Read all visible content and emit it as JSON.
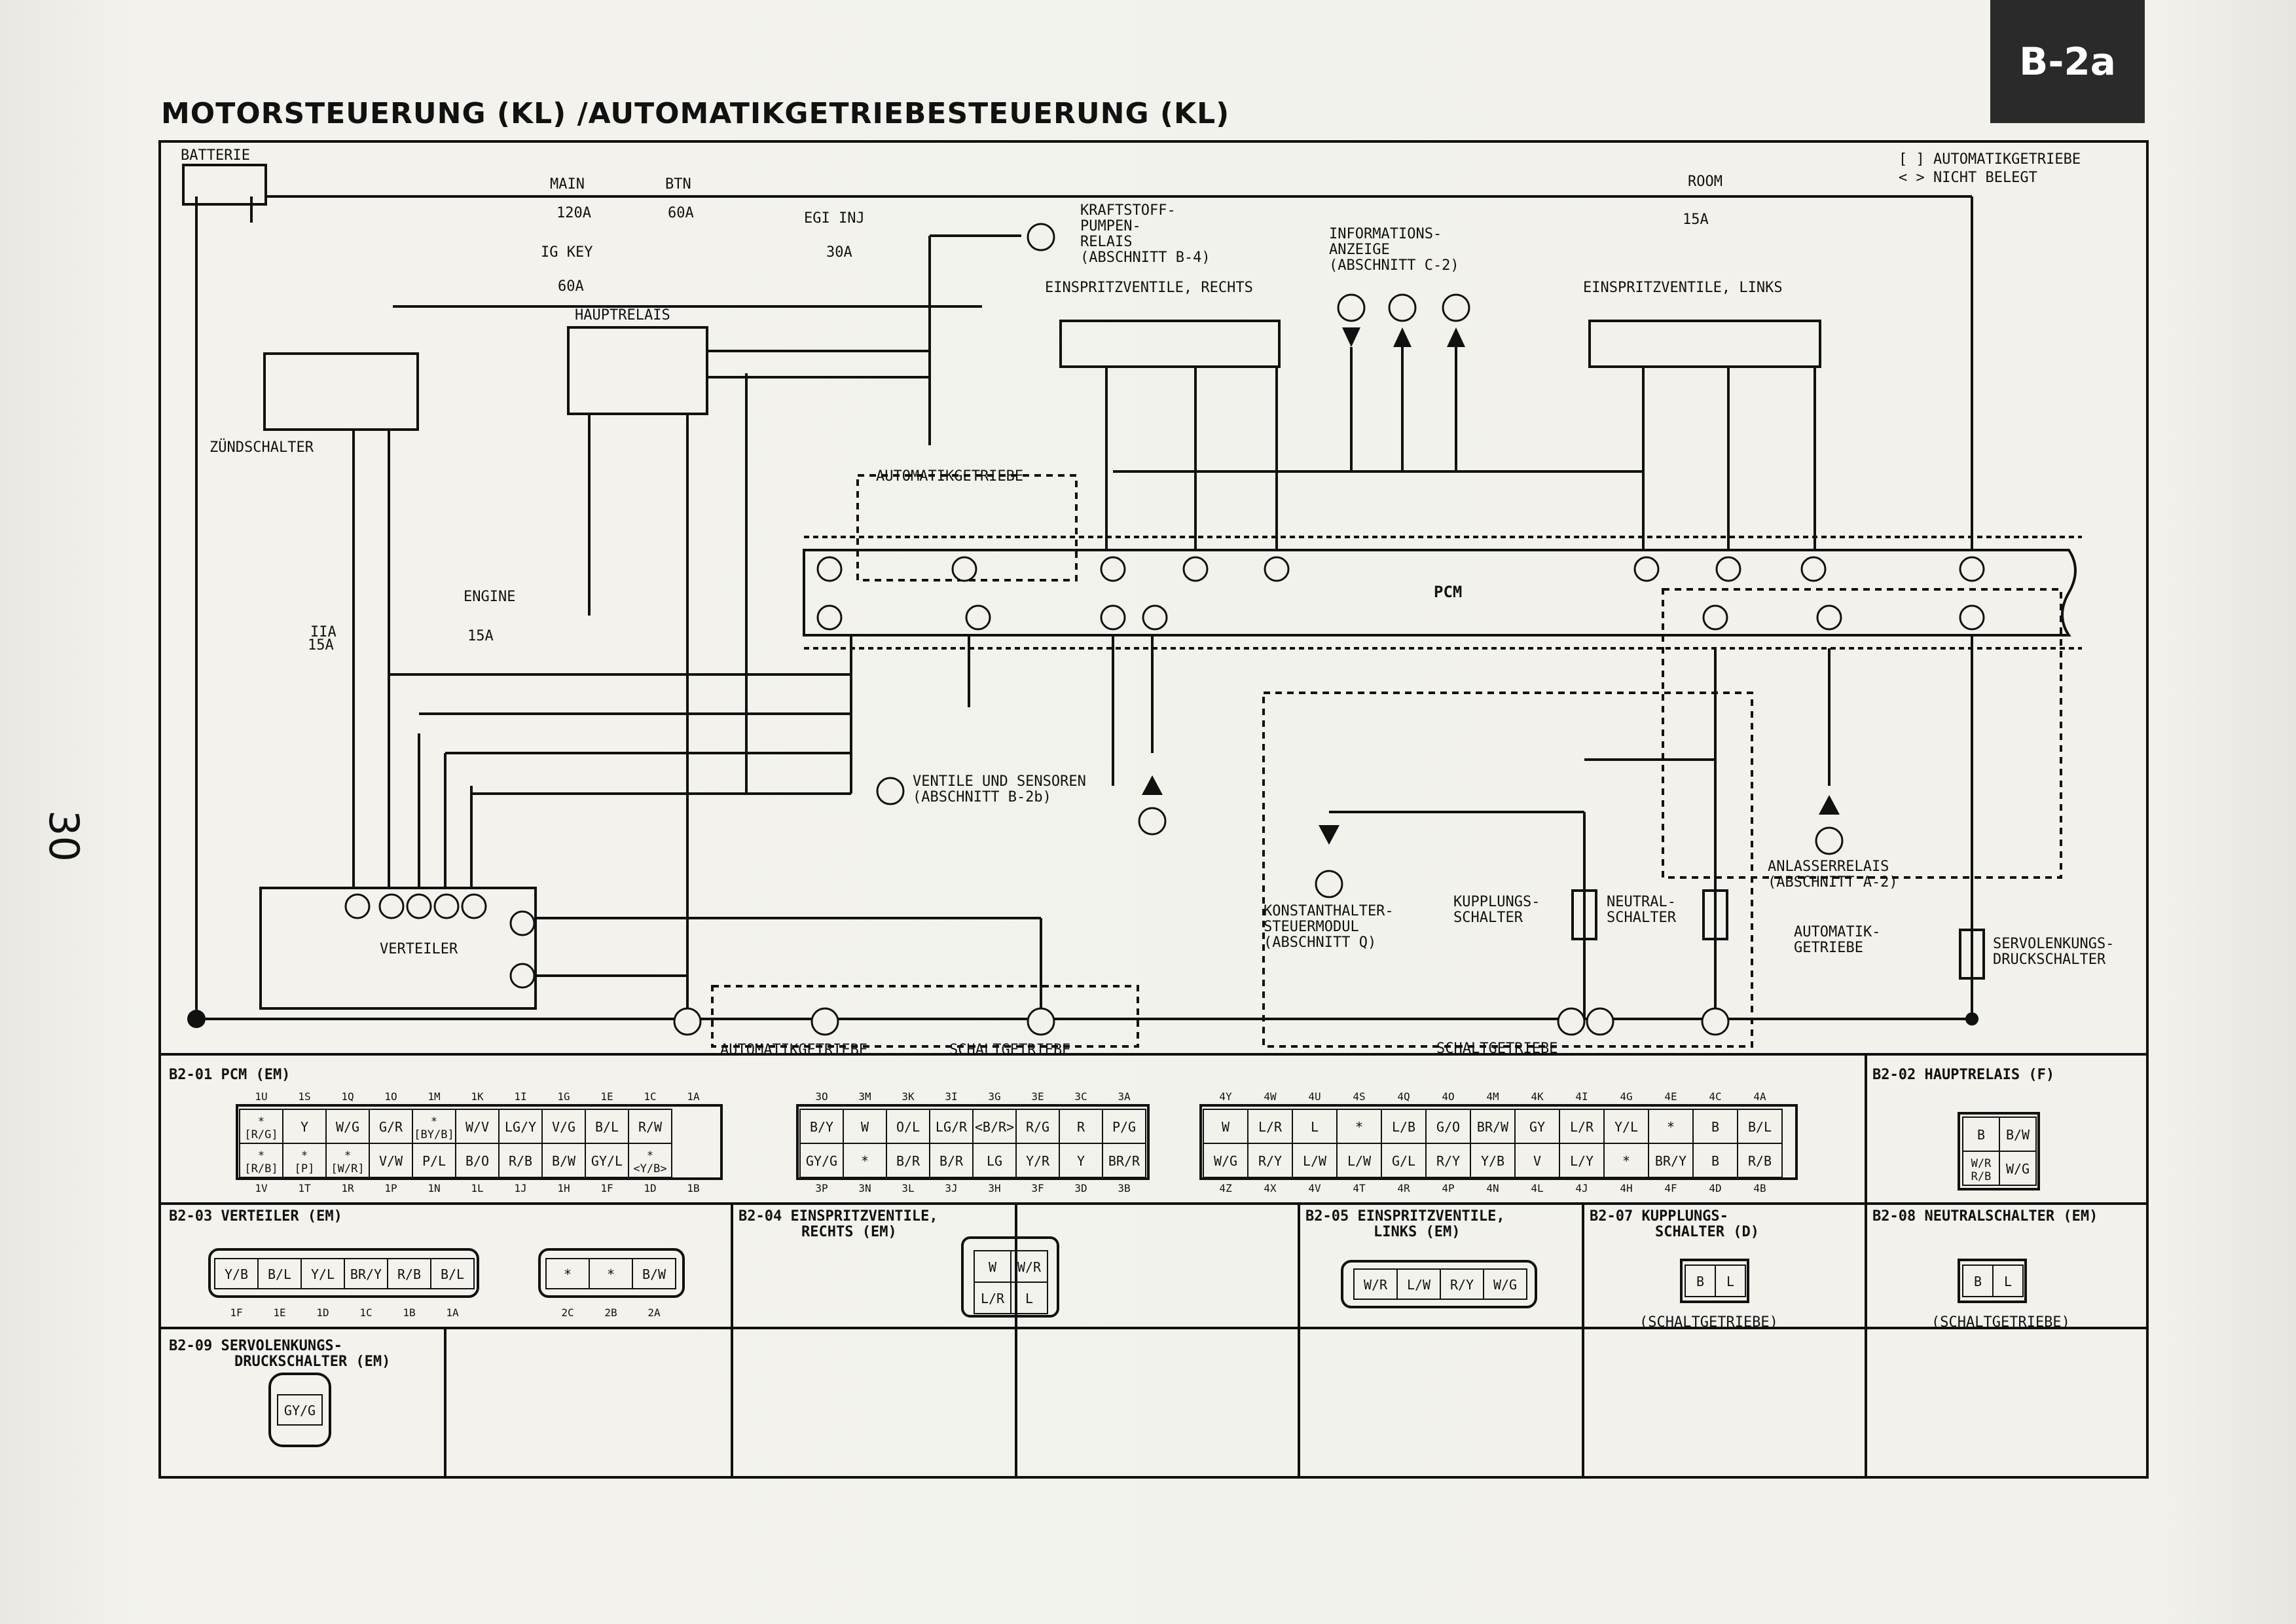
{
  "page": {
    "tab": "B-2a",
    "title": "MOTORSTEUERUNG (KL) /AUTOMATIKGETRIEBESTEUERUNG (KL)",
    "page_number": "30"
  },
  "legend": {
    "line1": "[ ] AUTOMATIKGETRIEBE",
    "line2": "< > NICHT BELEGT"
  },
  "components": {
    "battery": "BATTERIE",
    "ignition_switch": "ZÜNDSCHALTER",
    "main_relay": "HAUPTRELAIS",
    "distributor": "VERTEILER",
    "pcm": "PCM",
    "fuel_pump_relay_1": "KRAFTSTOFF-",
    "fuel_pump_relay_2": "PUMPEN-",
    "fuel_pump_relay_3": "RELAIS",
    "fuel_pump_relay_4": "(ABSCHNITT B-4)",
    "info_display_1": "INFORMATIONS-",
    "info_display_2": "ANZEIGE",
    "info_display_3": "(ABSCHNITT C-2)",
    "injectors_right": "EINSPRITZVENTILE, RECHTS",
    "injectors_left": "EINSPRITZVENTILE, LINKS",
    "valves_sensors_1": "VENTILE UND SENSOREN",
    "valves_sensors_2": "(ABSCHNITT B-2b)",
    "cruise_1": "KONSTANTHALTER-",
    "cruise_2": "STEUERMODUL",
    "cruise_3": "(ABSCHNITT Q)",
    "clutch_switch_1": "KUPPLUNGS-",
    "clutch_switch_2": "SCHALTER",
    "neutral_switch_1": "NEUTRAL-",
    "neutral_switch_2": "SCHALTER",
    "starter_relay_1": "ANLASSERRELAIS",
    "starter_relay_2": "(ABSCHNITT A-2)",
    "power_steering_1": "SERVOLENKUNGS-",
    "power_steering_2": "DRUCKSCHALTER",
    "automatic": "AUTOMATIKGETRIEBE",
    "manual": "SCHALTGETRIEBE",
    "automatic_short_1": "AUTOMATIK-",
    "automatic_short_2": "GETRIEBE"
  },
  "fuses": {
    "main": "MAIN",
    "main_a": "120A",
    "btn": "BTN",
    "btn_a": "60A",
    "egi": "EGI INJ",
    "egi_a": "30A",
    "igkey": "IG KEY",
    "igkey_a": "60A",
    "room": "ROOM",
    "room_a": "15A",
    "engine": "ENGINE",
    "engine_a": "15A",
    "iia": "IIA",
    "iia_a": "15A"
  },
  "connector_tables": {
    "b2_01": {
      "title": "B2-01 PCM (EM)",
      "group1_top": [
        "1U",
        "1S",
        "1Q",
        "1O",
        "1M",
        "1K",
        "1I",
        "1G",
        "1E",
        "1C",
        "1A"
      ],
      "group1_row1": [
        "*\n[R/G]",
        "Y",
        "W/G",
        "G/R",
        "*\n[BY/B]",
        "W/V",
        "LG/Y",
        "V/G",
        "B/L",
        "R/W"
      ],
      "group1_row2": [
        "*\n[R/B]",
        "*\n[P]",
        "*\n[W/R]",
        "V/W",
        "P/L",
        "B/O",
        "R/B",
        "B/W",
        "GY/L",
        "*\n<Y/B>"
      ],
      "group1_bottom": [
        "1V",
        "1T",
        "1R",
        "1P",
        "1N",
        "1L",
        "1J",
        "1H",
        "1F",
        "1D",
        "1B"
      ],
      "group2_top": [
        "3O",
        "3M",
        "3K",
        "3I",
        "3G",
        "3E",
        "3C",
        "3A"
      ],
      "group2_row1": [
        "B/Y",
        "W",
        "O/L",
        "LG/R",
        "<B/R>",
        "R/G",
        "R",
        "P/G"
      ],
      "group2_row2": [
        "GY/G",
        "*",
        "B/R",
        "B/R",
        "LG",
        "Y/R",
        "Y",
        "BR/R"
      ],
      "group2_bottom": [
        "3P",
        "3N",
        "3L",
        "3J",
        "3H",
        "3F",
        "3D",
        "3B"
      ],
      "group3_top": [
        "4Y",
        "4W",
        "4U",
        "4S",
        "4Q",
        "4O",
        "4M",
        "4K",
        "4I",
        "4G",
        "4E",
        "4C",
        "4A"
      ],
      "group3_row1": [
        "W",
        "L/R",
        "L",
        "*",
        "L/B",
        "G/O",
        "BR/W",
        "GY",
        "L/R",
        "Y/L",
        "*",
        "B",
        "B/L"
      ],
      "group3_row2": [
        "W/G",
        "R/Y",
        "L/W",
        "L/W",
        "G/L",
        "R/Y",
        "Y/B",
        "V",
        "L/Y",
        "*",
        "BR/Y",
        "B",
        "R/B"
      ],
      "group3_bottom": [
        "4Z",
        "4X",
        "4V",
        "4T",
        "4R",
        "4P",
        "4N",
        "4L",
        "4J",
        "4H",
        "4F",
        "4D",
        "4B"
      ]
    },
    "b2_02": {
      "title": "B2-02 HAUPTRELAIS (F)",
      "cells": [
        "B",
        "B/W",
        "W/R\nR/B",
        "W/G"
      ]
    },
    "b2_03": {
      "title": "B2-03 VERTEILER (EM)",
      "cells": [
        "Y/B",
        "B/L",
        "Y/L",
        "BR/Y",
        "R/B",
        "B/L"
      ],
      "pins": [
        "1F",
        "1E",
        "1D",
        "1C",
        "1B",
        "1A"
      ],
      "cells2": [
        "*",
        "*",
        "B/W"
      ],
      "pins2": [
        "2C",
        "2B",
        "2A"
      ]
    },
    "b2_04": {
      "title_1": "B2-04 EINSPRITZVENTILE,",
      "title_2": "RECHTS (EM)",
      "cells": [
        "W",
        "W/R",
        "L/R",
        "L"
      ]
    },
    "b2_05": {
      "title_1": "B2-05 EINSPRITZVENTILE,",
      "title_2": "LINKS (EM)",
      "cells": [
        "W/R",
        "L/W",
        "R/Y",
        "W/G"
      ]
    },
    "b2_07": {
      "title_1": "B2-07 KUPPLUNGS-",
      "title_2": "SCHALTER (D)",
      "cells": [
        "B",
        "L"
      ],
      "note": "(SCHALTGETRIEBE)"
    },
    "b2_08": {
      "title": "B2-08 NEUTRALSCHALTER (EM)",
      "cells": [
        "B",
        "L"
      ],
      "note": "(SCHALTGETRIEBE)"
    },
    "b2_09": {
      "title_1": "B2-09 SERVOLENKUNGS-",
      "title_2": "DRUCKSCHALTER (EM)",
      "cells": [
        "GY/G"
      ]
    }
  }
}
